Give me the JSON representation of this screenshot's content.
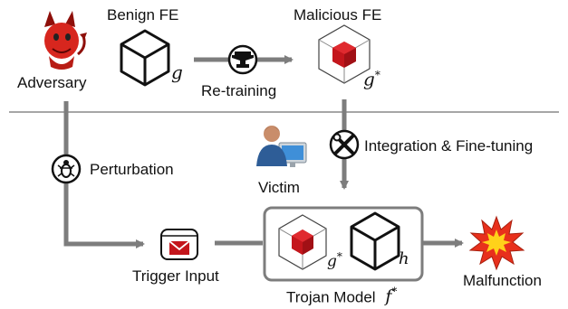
{
  "labels": {
    "adversary": "Adversary",
    "benign_fe": "Benign FE",
    "malicious_fe": "Malicious FE",
    "retraining": "Re-training",
    "perturbation": "Perturbation",
    "integration": "Integration & Fine-tuning",
    "victim": "Victim",
    "trigger_input": "Trigger Input",
    "trojan_model": "Trojan Model",
    "malfunction": "Malfunction"
  },
  "math": {
    "g": "g",
    "g_star": "g",
    "star": "*",
    "h": "h",
    "f_star": "f",
    "f_sup": "*"
  },
  "colors": {
    "arrow": "#7d7d7d",
    "divider": "#a6a6a6",
    "malicious_red": "#c4161c",
    "adversary_red": "#d7261e",
    "explosion_red": "#e8301c",
    "explosion_yellow": "#ffd21a"
  },
  "icons": [
    "adversary-devil-icon",
    "cube-icon",
    "anvil-icon",
    "bug-icon",
    "wrench-screwdriver-icon",
    "victim-user-icon",
    "database-mail-icon",
    "explosion-icon"
  ]
}
